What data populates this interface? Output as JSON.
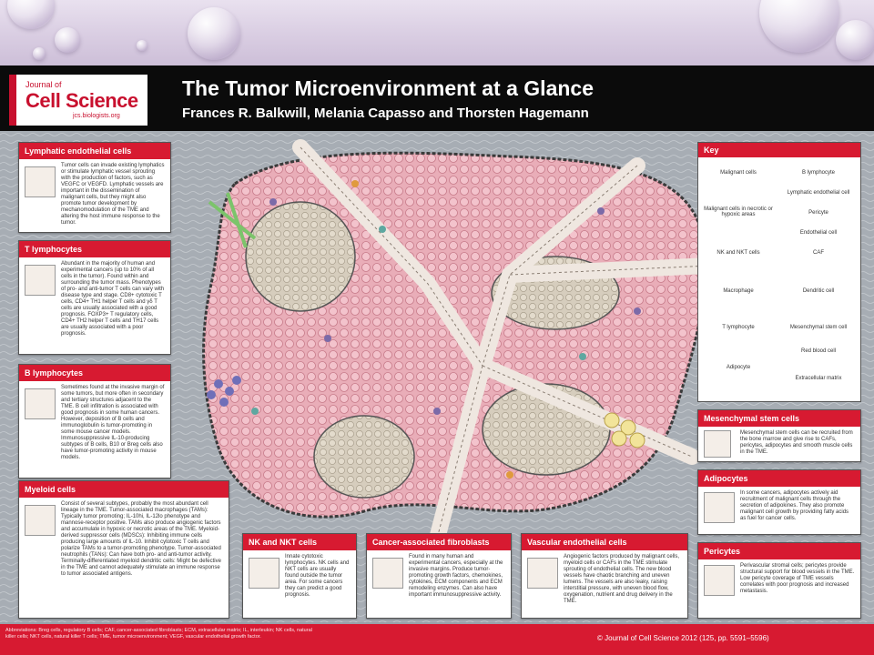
{
  "journal": {
    "small": "Journal of",
    "name": "Cell Science",
    "url": "jcs.biologists.org"
  },
  "title": "The Tumor Microenvironment at a Glance",
  "authors": "Frances R. Balkwill, Melania Capasso and Thorsten Hagemann",
  "boxes": {
    "lymphatic": {
      "title": "Lymphatic endothelial cells",
      "text": "Tumor cells can invade existing lymphatics or stimulate lymphatic vessel sprouting with the production of factors, such as VEGFC or VEGFD. Lymphatic vessels are important in the dissemination of malignant cells, but they might also promote tumor development by mechanomodulation of the TME and altering the host immune response to the tumor."
    },
    "tlymph": {
      "title": "T lymphocytes",
      "text": "Abundant in the majority of human and experimental cancers (up to 10% of all cells in the tumor). Found within and surrounding the tumor mass. Phenotypes of pro- and anti-tumor T cells can vary with disease type and stage. CD8+ cytotoxic T cells, CD4+ TH1 helper T cells and γδ T cells are usually associated with a good prognosis. FOXP3+ T regulatory cells, CD4+ TH2 helper T cells and TH17 cells are usually associated with a poor prognosis."
    },
    "blymph": {
      "title": "B lymphocytes",
      "text": "Sometimes found at the invasive margin of some tumors, but more often in secondary and tertiary structures adjacent to the TME. B cell infiltration is associated with good prognosis in some human cancers. However, deposition of B cells and immunoglobulin is tumor-promoting in some mouse cancer models. Immunosuppressive IL-10-producing subtypes of B cells, B10 or Breg cells also have tumor-promoting activity in mouse models."
    },
    "myeloid": {
      "title": "Myeloid cells",
      "text": "Consist of several subtypes, probably the most abundant cell lineage in the TME. Tumor-associated macrophages (TAMs): Typically tumor promoting; IL-10hi, IL-12lo phenotype and mannose-receptor positive. TAMs also produce angiogenic factors and accumulate in hypoxic or necrotic areas of the TME. Myeloid-derived suppressor cells (MDSCs): Inhibiting immune cells producing large amounts of IL-10. Inhibit cytotoxic T cells and polarize TAMs to a tumor-promoting phenotype. Tumor-associated neutrophils (TANs): Can have both pro- and anti-tumor activity. Terminally-differentiated myeloid dendritic cells: Might be defective in the TME and cannot adequately stimulate an immune response to tumor associated antigens."
    },
    "nk": {
      "title": "NK and NKT cells",
      "text": "Innate cytotoxic lymphocytes. NK cells and NKT cells are usually found outside the tumor area. For some cancers they can predict a good prognosis."
    },
    "caf": {
      "title": "Cancer-associated fibroblasts",
      "text": "Found in many human and experimental cancers, especially at the invasive margins. Produce tumor-promoting growth factors, chemokines, cytokines, ECM components and ECM remodeling enzymes. Can also have important immunosuppressive activity."
    },
    "vascular": {
      "title": "Vascular endothelial cells",
      "text": "Angiogenic factors produced by malignant cells, myeloid cells or CAFs in the TME stimulate sprouting of endothelial cells. The new blood vessels have chaotic branching and uneven lumens. The vessels are also leaky, raising interstitial pressure, with uneven blood flow, oxygenation, nutrient and drug delivery in the TME."
    },
    "msc": {
      "title": "Mesenchymal stem cells",
      "text": "Mesenchymal stem cells can be recruited from the bone marrow and give rise to CAFs, pericytes, adipocytes and smooth muscle cells in the TME."
    },
    "adipo": {
      "title": "Adipocytes",
      "text": "In some cancers, adipocytes actively aid recruitment of malignant cells through the secretion of adipokines. They also promote malignant cell growth by providing fatty acids as fuel for cancer cells."
    },
    "pericytes": {
      "title": "Pericytes",
      "text": "Perivascular stromal cells; pericytes provide structural support for blood vessels in the TME. Low pericyte coverage of TME vessels correlates with poor prognosis and increased metastasis."
    }
  },
  "key": {
    "title": "Key",
    "items": [
      "Malignant cells",
      "B lymphocyte",
      "Lymphatic endothelial cell",
      "Malignant cells in necrotic or hypoxic areas",
      "Pericyte",
      "Endothelial cell",
      "NK and NKT cells",
      "CAF",
      "Macrophage",
      "Dendritic cell",
      "T lymphocyte",
      "Mesenchymal stem cell",
      "Red blood cell",
      "Adipocyte",
      "Extracellular matrix"
    ]
  },
  "footer": {
    "abbr": "Abbreviations: Breg cells, regulatory B cells; CAF, cancer-associated fibroblasts; ECM, extracellular matrix; IL, interleukin; NK cells, natural killer cells; NKT cells, natural killer T cells; TME, tumor microenvironment; VEGF, vascular endothelial growth factor.",
    "copyright": "© Journal of Cell Science 2012 (125, pp. 5591–5596)"
  },
  "colors": {
    "accent": "#d71a31",
    "header": "#0b0b0b",
    "tumor": "#e8a9b4",
    "stroma": "#cfc6b6",
    "vessel": "#efe7e0"
  }
}
